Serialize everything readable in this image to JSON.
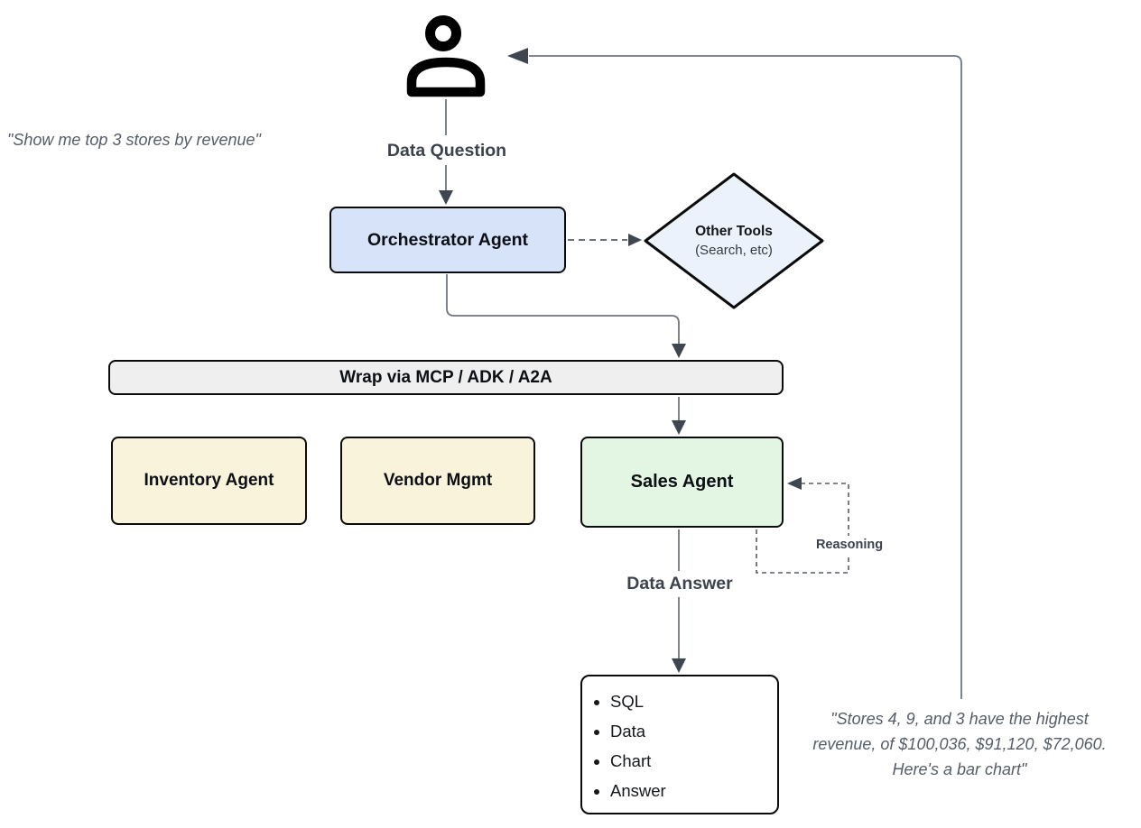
{
  "quote_left": {
    "text": "\"Show me top 3 stores by revenue\""
  },
  "quote_right": {
    "text": "\"Stores 4, 9, and 3 have the highest\nrevenue, of $100,036, $91,120, $72,060.\nHere's a bar chart\""
  },
  "flow_labels": {
    "data_question": "Data Question",
    "data_answer": "Data Answer",
    "reasoning": "Reasoning"
  },
  "nodes": {
    "orchestrator": {
      "label": "Orchestrator Agent",
      "fill": "#d7e3f8"
    },
    "other_tools": {
      "title": "Other Tools",
      "subtitle": "(Search, etc)",
      "fill": "#ebf2fc"
    },
    "wrap_bar": {
      "label": "Wrap via MCP / ADK / A2A",
      "fill": "#efefef"
    },
    "inventory_agent": {
      "label": "Inventory Agent",
      "fill": "#faf3dc"
    },
    "vendor_mgmt": {
      "label": "Vendor Mgmt",
      "fill": "#faf3dc"
    },
    "sales_agent": {
      "label": "Sales Agent",
      "fill": "#e3f5e3"
    },
    "output_box": {
      "items": [
        "SQL",
        "Data",
        "Chart",
        "Answer"
      ],
      "fill": "#ffffff"
    }
  },
  "colors": {
    "connector": "#6e767f",
    "arrowhead": "#3f4650",
    "border": "#0b0b0b",
    "quote_text": "#565d68"
  }
}
